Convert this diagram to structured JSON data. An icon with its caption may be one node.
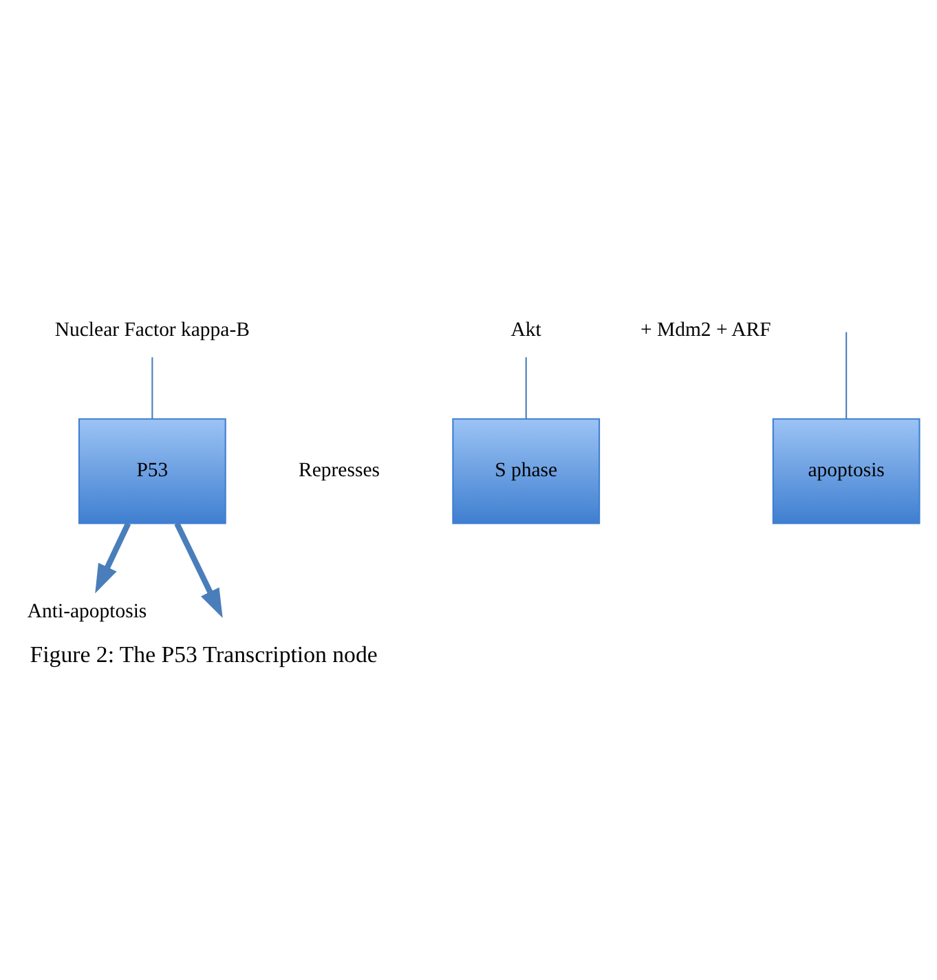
{
  "diagram": {
    "caption": "Figure 2: The P53 Transcription node",
    "nodes": [
      {
        "text": [
          "Nuclear Factor kappa-B"
        ]
      },
      {
        "text": [
          "P53"
        ]
      },
      {
        "text": [
          "Akt"
        ]
      },
      {
        "text": [
          "S phase"
        ]
      },
      {
        "text": [
          "Anti-apoptosis"
        ]
      },
      {
        "text": [
          "apoptosis"
        ]
      }
    ],
    "edges": [
      {
        "from": 0,
        "to": 1,
        "arrow": "none"
      },
      {
        "from": 1,
        "to": 4,
        "arrow": "to",
        "style": "thick"
      },
      {
        "from": 1,
        "to": null,
        "arrow": "to",
        "style": "thick"
      },
      {
        "from": 2,
        "to": 3,
        "arrow": "none"
      },
      {
        "from": null,
        "to": 5,
        "arrow": "none"
      }
    ],
    "labels": [
      "+ Mdm2 + ARF",
      "Represses"
    ]
  }
}
